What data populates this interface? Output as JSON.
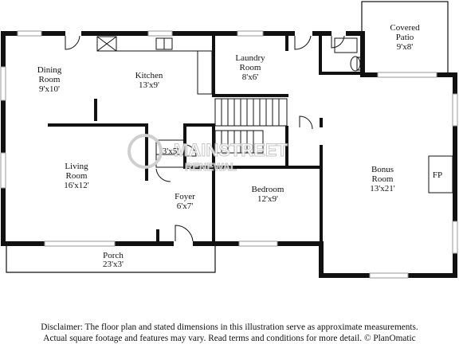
{
  "rooms": {
    "covered_patio": {
      "name_line1": "Covered",
      "name_line2": "Patio",
      "dim": "9'x8'"
    },
    "dining": {
      "name_line1": "Dining",
      "name_line2": "Room",
      "dim": "9'x10'"
    },
    "kitchen": {
      "name": "Kitchen",
      "dim": "13'x9'"
    },
    "laundry": {
      "name_line1": "Laundry",
      "name_line2": "Room",
      "dim": "8'x6'"
    },
    "living": {
      "name_line1": "Living",
      "name_line2": "Room",
      "dim": "16'x12'"
    },
    "bonus": {
      "name_line1": "Bonus",
      "name_line2": "Room",
      "dim": "13'x21'"
    },
    "fireplace": {
      "label": "FP"
    },
    "bedroom": {
      "name": "Bedroom",
      "dim": "12'x9'"
    },
    "foyer": {
      "name": "Foyer",
      "dim": "6'x7'"
    },
    "porch": {
      "name": "Porch",
      "dim": "23'x3'"
    },
    "closet": {
      "dim": "3'x5'"
    }
  },
  "watermark": {
    "line1": "MAINSTREET",
    "line2": "RENEWAL"
  },
  "disclaimer": {
    "line1": "Disclaimer: The floor plan and stated dimensions in this illustration serve as approximate measurements.",
    "line2": "Actual square footage and features may vary. Read terms and conditions for more detail. © PlanOmatic"
  },
  "colors": {
    "wall": "#111111",
    "window": "#9a9a9a"
  }
}
